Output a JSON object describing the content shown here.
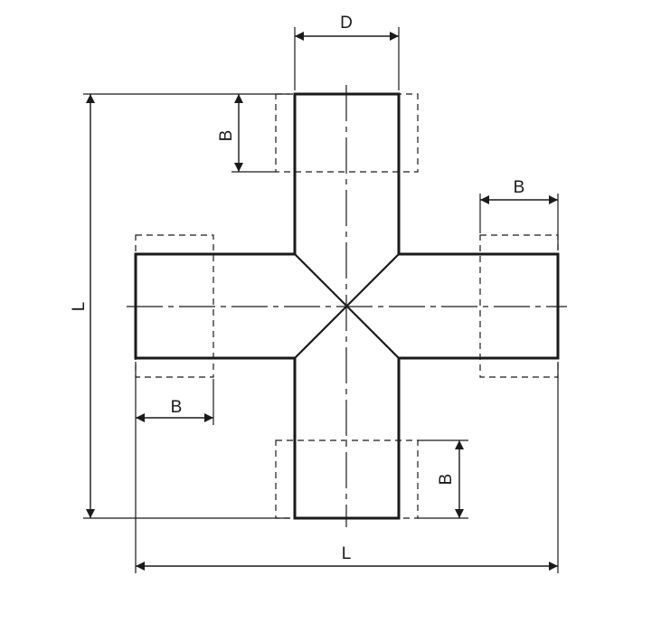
{
  "labels": {
    "diameter": "D",
    "socket_depth_top": "B",
    "socket_depth_right": "B",
    "socket_depth_left": "B",
    "socket_depth_bottom": "B",
    "length_vertical": "L",
    "length_horizontal": "L"
  }
}
